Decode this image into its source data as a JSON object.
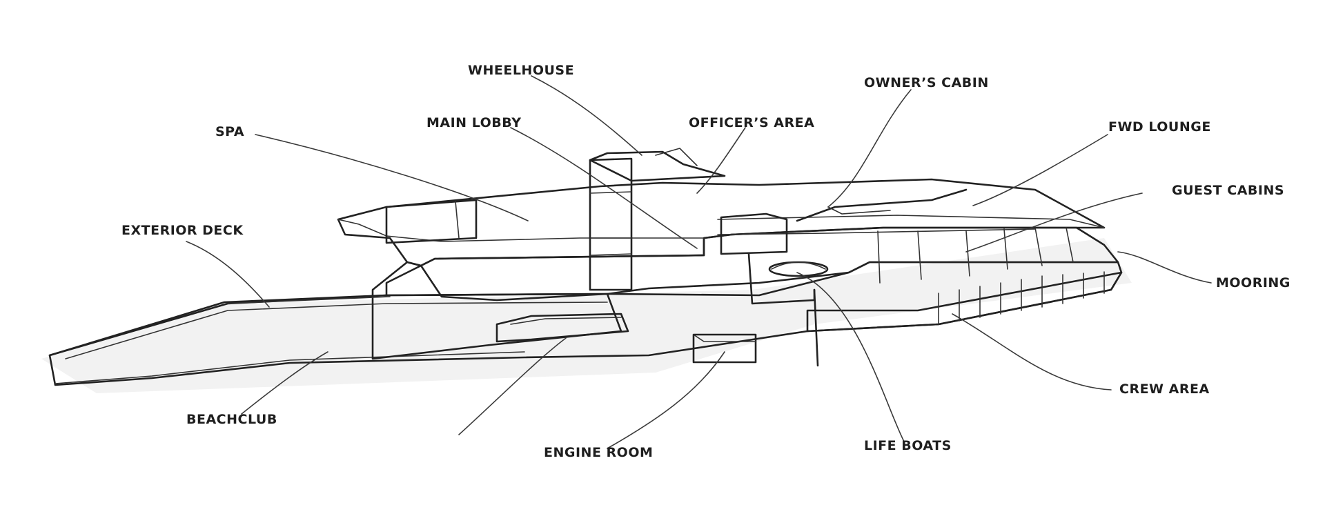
{
  "diagram": {
    "labels": {
      "wheelhouse": "WHEELHOUSE",
      "owners_cabin": "OWNER’S CABIN",
      "main_lobby": "MAIN LOBBY",
      "officers_area": "OFFICER’S AREA",
      "fwd_lounge": "FWD LOUNGE",
      "spa": "SPA",
      "guest_cabins": "GUEST CABINS",
      "exterior_deck": "EXTERIOR DECK",
      "mooring": "MOORING",
      "beachclub": "BEACHCLUB",
      "crew_area": "CREW AREA",
      "engine_room": "ENGINE ROOM",
      "life_boats": "LIFE BOATS"
    },
    "colors": {
      "background": "#ffffff",
      "hull_fill": "#ebebeb",
      "hull_shadow": "#d4d4d4",
      "line": "#222222"
    }
  }
}
